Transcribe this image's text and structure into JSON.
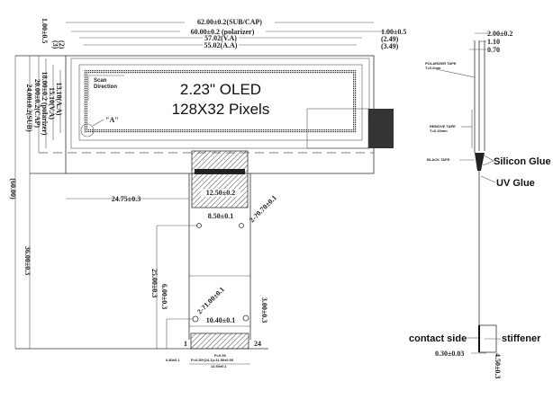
{
  "title": {
    "line1": "2.23\"  OLED",
    "line2": "128X32 Pixels"
  },
  "front_view": {
    "scan_direction": [
      "Scan",
      "Direction"
    ],
    "detail_marker": "\"A\"",
    "dims_horizontal": {
      "sub_cap": "62.00±0.2(SUB/CAP)",
      "polarizer": "60.00±0.2 (polarizer)",
      "va": "57.02(V.A)",
      "aa": "55.02(A.A)",
      "right_offset": "1.00±0.5",
      "right_va": "(2.49)",
      "right_aa": "(3.49)",
      "fpc_offset": "24.75±0.3",
      "fpc_stiff_width": "12.50±0.2",
      "hole_pitch": "8.50±0.1",
      "hole_dia_top": "2-?0.70±0.1",
      "hole_pitch_bottom": "10.40±0.1",
      "hole_dia_bottom": "2-?1.00±0.1"
    },
    "dims_vertical": {
      "top_offset": "1.00±0.5",
      "left_3": "(3)",
      "left_2": "(2)",
      "aa": "13.10(A.A)",
      "va": "15.10(V.A)",
      "polarizer": "18.00±0.2 (polarizer)",
      "cap": "20.00±0.2(CAP)",
      "sub": "24.00±0.2(SUB)",
      "total": "(60.00)",
      "fpc_len": "36.00±0.3",
      "hole_to_end": "25.00±0.3",
      "hole2_to_end": "6.00±0.3",
      "contact_len": "3.00±0.3"
    },
    "pins": {
      "first": "1",
      "last": "24"
    },
    "pin_dims": {
      "pitch": "P=0.50",
      "edge": "0.80±0.1",
      "span": "P=0.50*(24-1)=11.50±0.05",
      "width": "12.50±0.1"
    }
  },
  "side_view": {
    "thickness": "2.00±0.2",
    "t1": "1.10",
    "t2": "0.70",
    "polarizer_tape": [
      "POLARIZER TAPE",
      "T=0.2mm"
    ],
    "remove_tape": [
      "REMOVE TAPE",
      "T=0.10mm"
    ],
    "black_tape": "BLACK TAPE",
    "silicon_glue": "Silicon Glue",
    "uv_glue": "UV Glue",
    "contact_side": "contact side",
    "stiffener": "stiffener",
    "fpc_thickness": "0.30±0.03",
    "stiffener_len": "4.50±0.3"
  }
}
